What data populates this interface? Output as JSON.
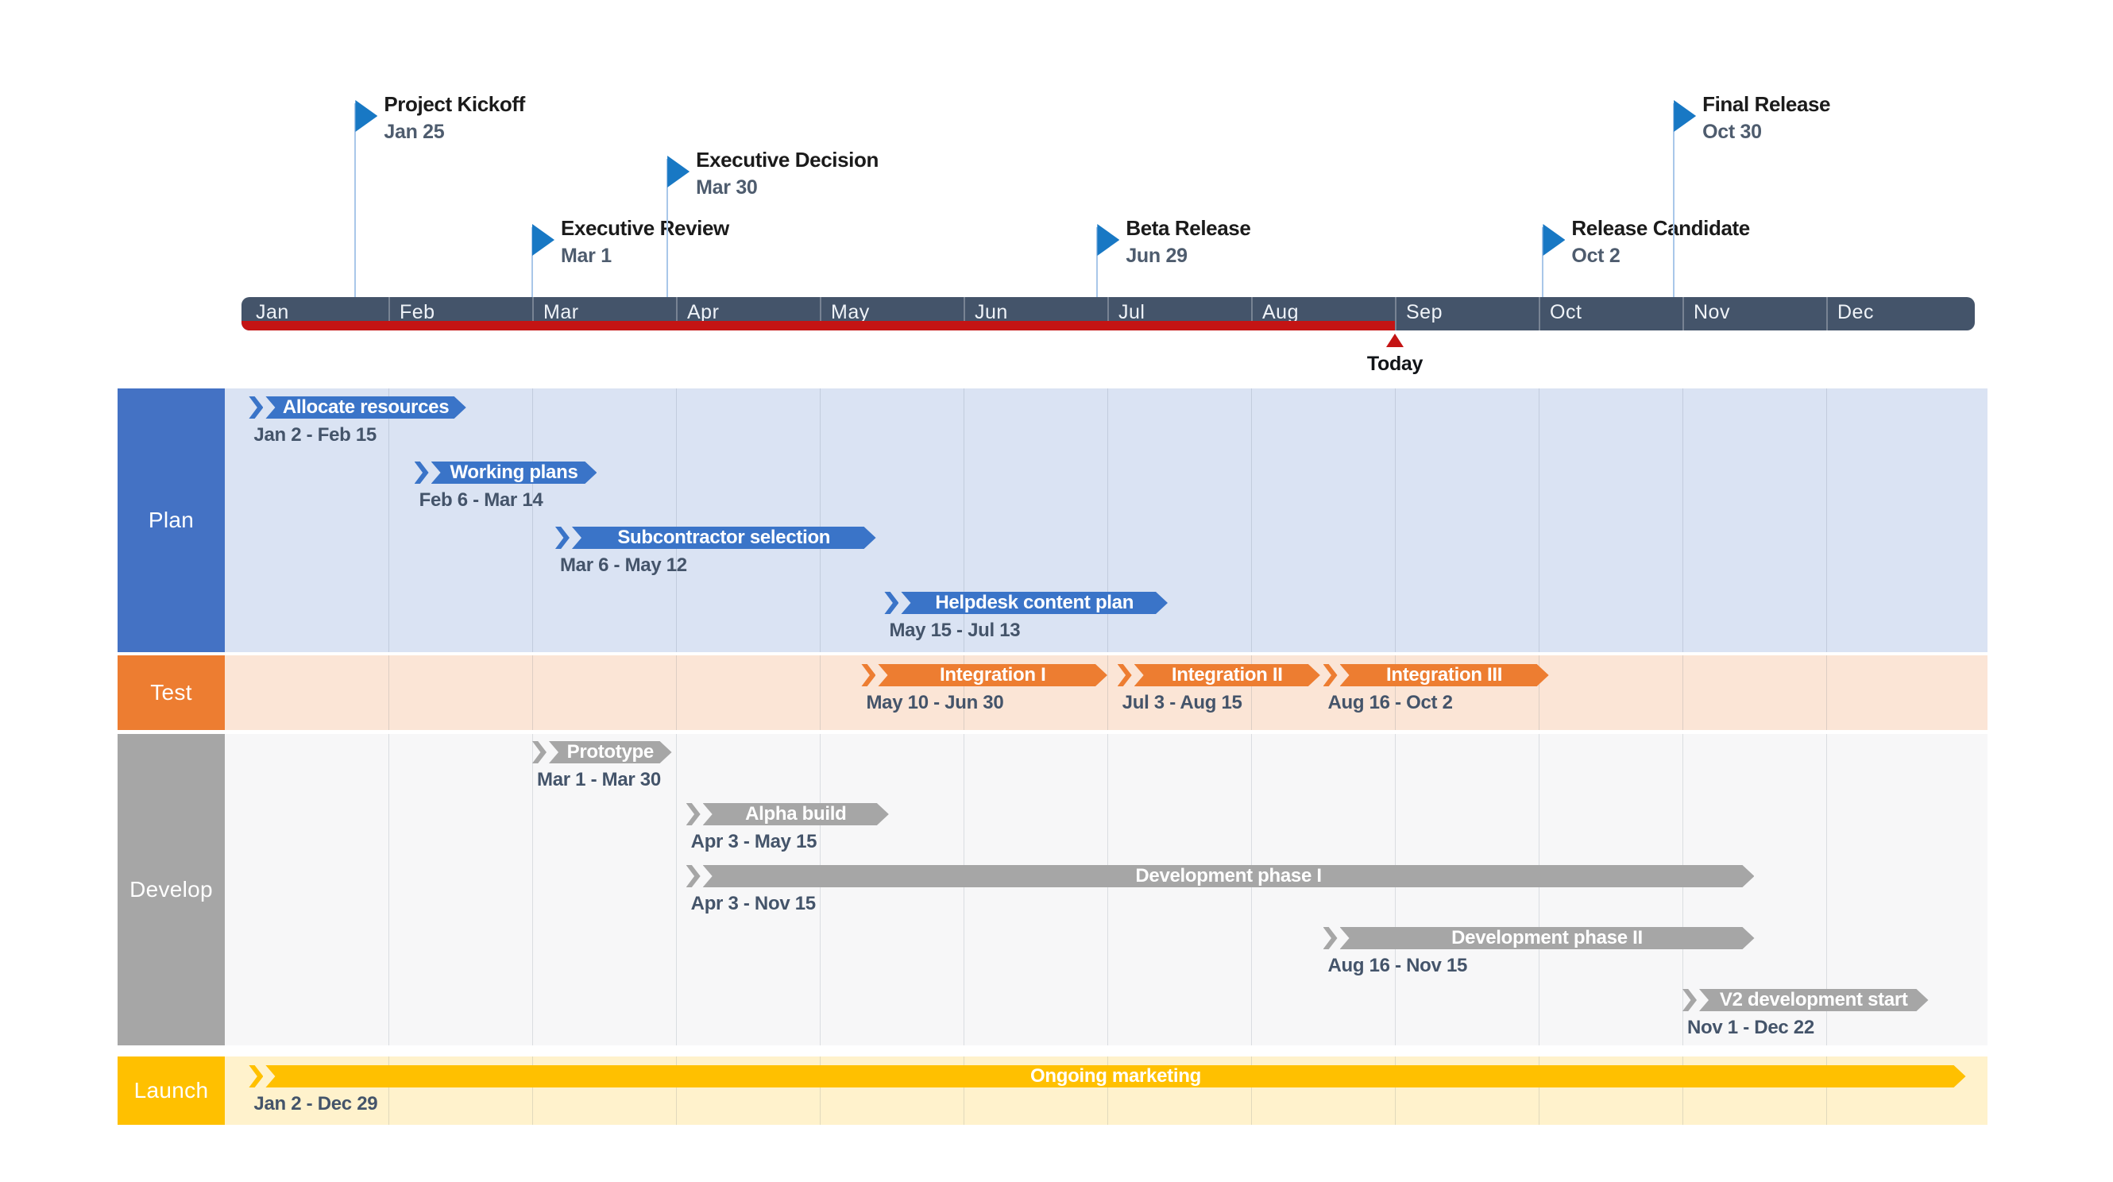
{
  "timeline": {
    "months": [
      "Jan",
      "Feb",
      "Mar",
      "Apr",
      "May",
      "Jun",
      "Jul",
      "Aug",
      "Sep",
      "Oct",
      "Nov",
      "Dec"
    ],
    "today_label": "Today",
    "today_pos": 8.0,
    "axis_color": "#44546A",
    "progress_color": "#C41414",
    "milestone_flag_color": "#1878C4",
    "milestone_pole_color": "#A9C7E9"
  },
  "chart_data": {
    "type": "bar",
    "subtype": "gantt-timeline",
    "title": "",
    "x_axis": {
      "unit": "month",
      "range": [
        "Jan",
        "Dec"
      ],
      "gridlines": true
    },
    "today": {
      "label": "Today",
      "position_month": 8.0
    },
    "milestones": [
      {
        "label": "Project Kickoff",
        "date": "Jan 25",
        "pos": 0.77,
        "level": "high"
      },
      {
        "label": "Executive Review",
        "date": "Mar 1",
        "pos": 2.0,
        "level": "low"
      },
      {
        "label": "Executive Decision",
        "date": "Mar 30",
        "pos": 2.94,
        "level": "mid"
      },
      {
        "label": "Beta Release",
        "date": "Jun 29",
        "pos": 5.93,
        "level": "low"
      },
      {
        "label": "Release Candidate",
        "date": "Oct 2",
        "pos": 9.03,
        "level": "low"
      },
      {
        "label": "Final Release",
        "date": "Oct 30",
        "pos": 9.94,
        "level": "high"
      }
    ],
    "lanes": [
      {
        "name": "Plan",
        "label_color": "#4472C4",
        "bg_color": "#DAE3F3",
        "bar_color": "#3A74C8",
        "tasks": [
          {
            "label": "Allocate resources",
            "date_range": "Jan 2 - Feb 15",
            "start": 0.03,
            "end": 1.54,
            "row": 0
          },
          {
            "label": "Working plans",
            "date_range": "Feb 6 - Mar 14",
            "start": 1.18,
            "end": 2.45,
            "row": 1
          },
          {
            "label": "Subcontractor selection",
            "date_range": "Mar 6 - May 12",
            "start": 2.16,
            "end": 4.39,
            "row": 2
          },
          {
            "label": "Helpdesk content plan",
            "date_range": "May 15 - Jul 13",
            "start": 4.45,
            "end": 6.42,
            "row": 3
          }
        ]
      },
      {
        "name": "Test",
        "label_color": "#ED7D31",
        "bg_color": "#FBE5D6",
        "bar_color": "#ED7D31",
        "tasks": [
          {
            "label": "Integration I",
            "date_range": "May 10 - Jun 30",
            "start": 4.29,
            "end": 6.0,
            "row": 0
          },
          {
            "label": "Integration II",
            "date_range": "Jul 3 - Aug 15",
            "start": 6.07,
            "end": 7.48,
            "row": 0
          },
          {
            "label": "Integration III",
            "date_range": "Aug 16 - Oct 2",
            "start": 7.5,
            "end": 9.07,
            "row": 0
          }
        ]
      },
      {
        "name": "Develop",
        "label_color": "#A6A6A6",
        "bg_color": "#F7F7F8",
        "bar_color": "#A6A6A6",
        "tasks": [
          {
            "label": "Prototype",
            "date_range": "Mar 1 - Mar 30",
            "start": 2.0,
            "end": 2.97,
            "row": 0
          },
          {
            "label": "Alpha build",
            "date_range": "Apr 3 - May 15",
            "start": 3.07,
            "end": 4.48,
            "row": 1
          },
          {
            "label": "Development phase I",
            "date_range": "Apr 3 - Nov 15",
            "start": 3.07,
            "end": 10.5,
            "row": 2
          },
          {
            "label": "Development phase II",
            "date_range": "Aug 16 - Nov 15",
            "start": 7.5,
            "end": 10.5,
            "row": 3
          },
          {
            "label": "V2 development start",
            "date_range": "Nov 1 - Dec 22",
            "start": 10.0,
            "end": 11.71,
            "row": 4
          }
        ]
      },
      {
        "name": "Launch",
        "label_color": "#FFC000",
        "bg_color": "#FFF2CC",
        "bar_color": "#FFC000",
        "tasks": [
          {
            "label": "Ongoing marketing",
            "date_range": "Jan 2 - Dec 29",
            "start": 0.03,
            "end": 11.97,
            "row": 0
          }
        ]
      }
    ]
  }
}
